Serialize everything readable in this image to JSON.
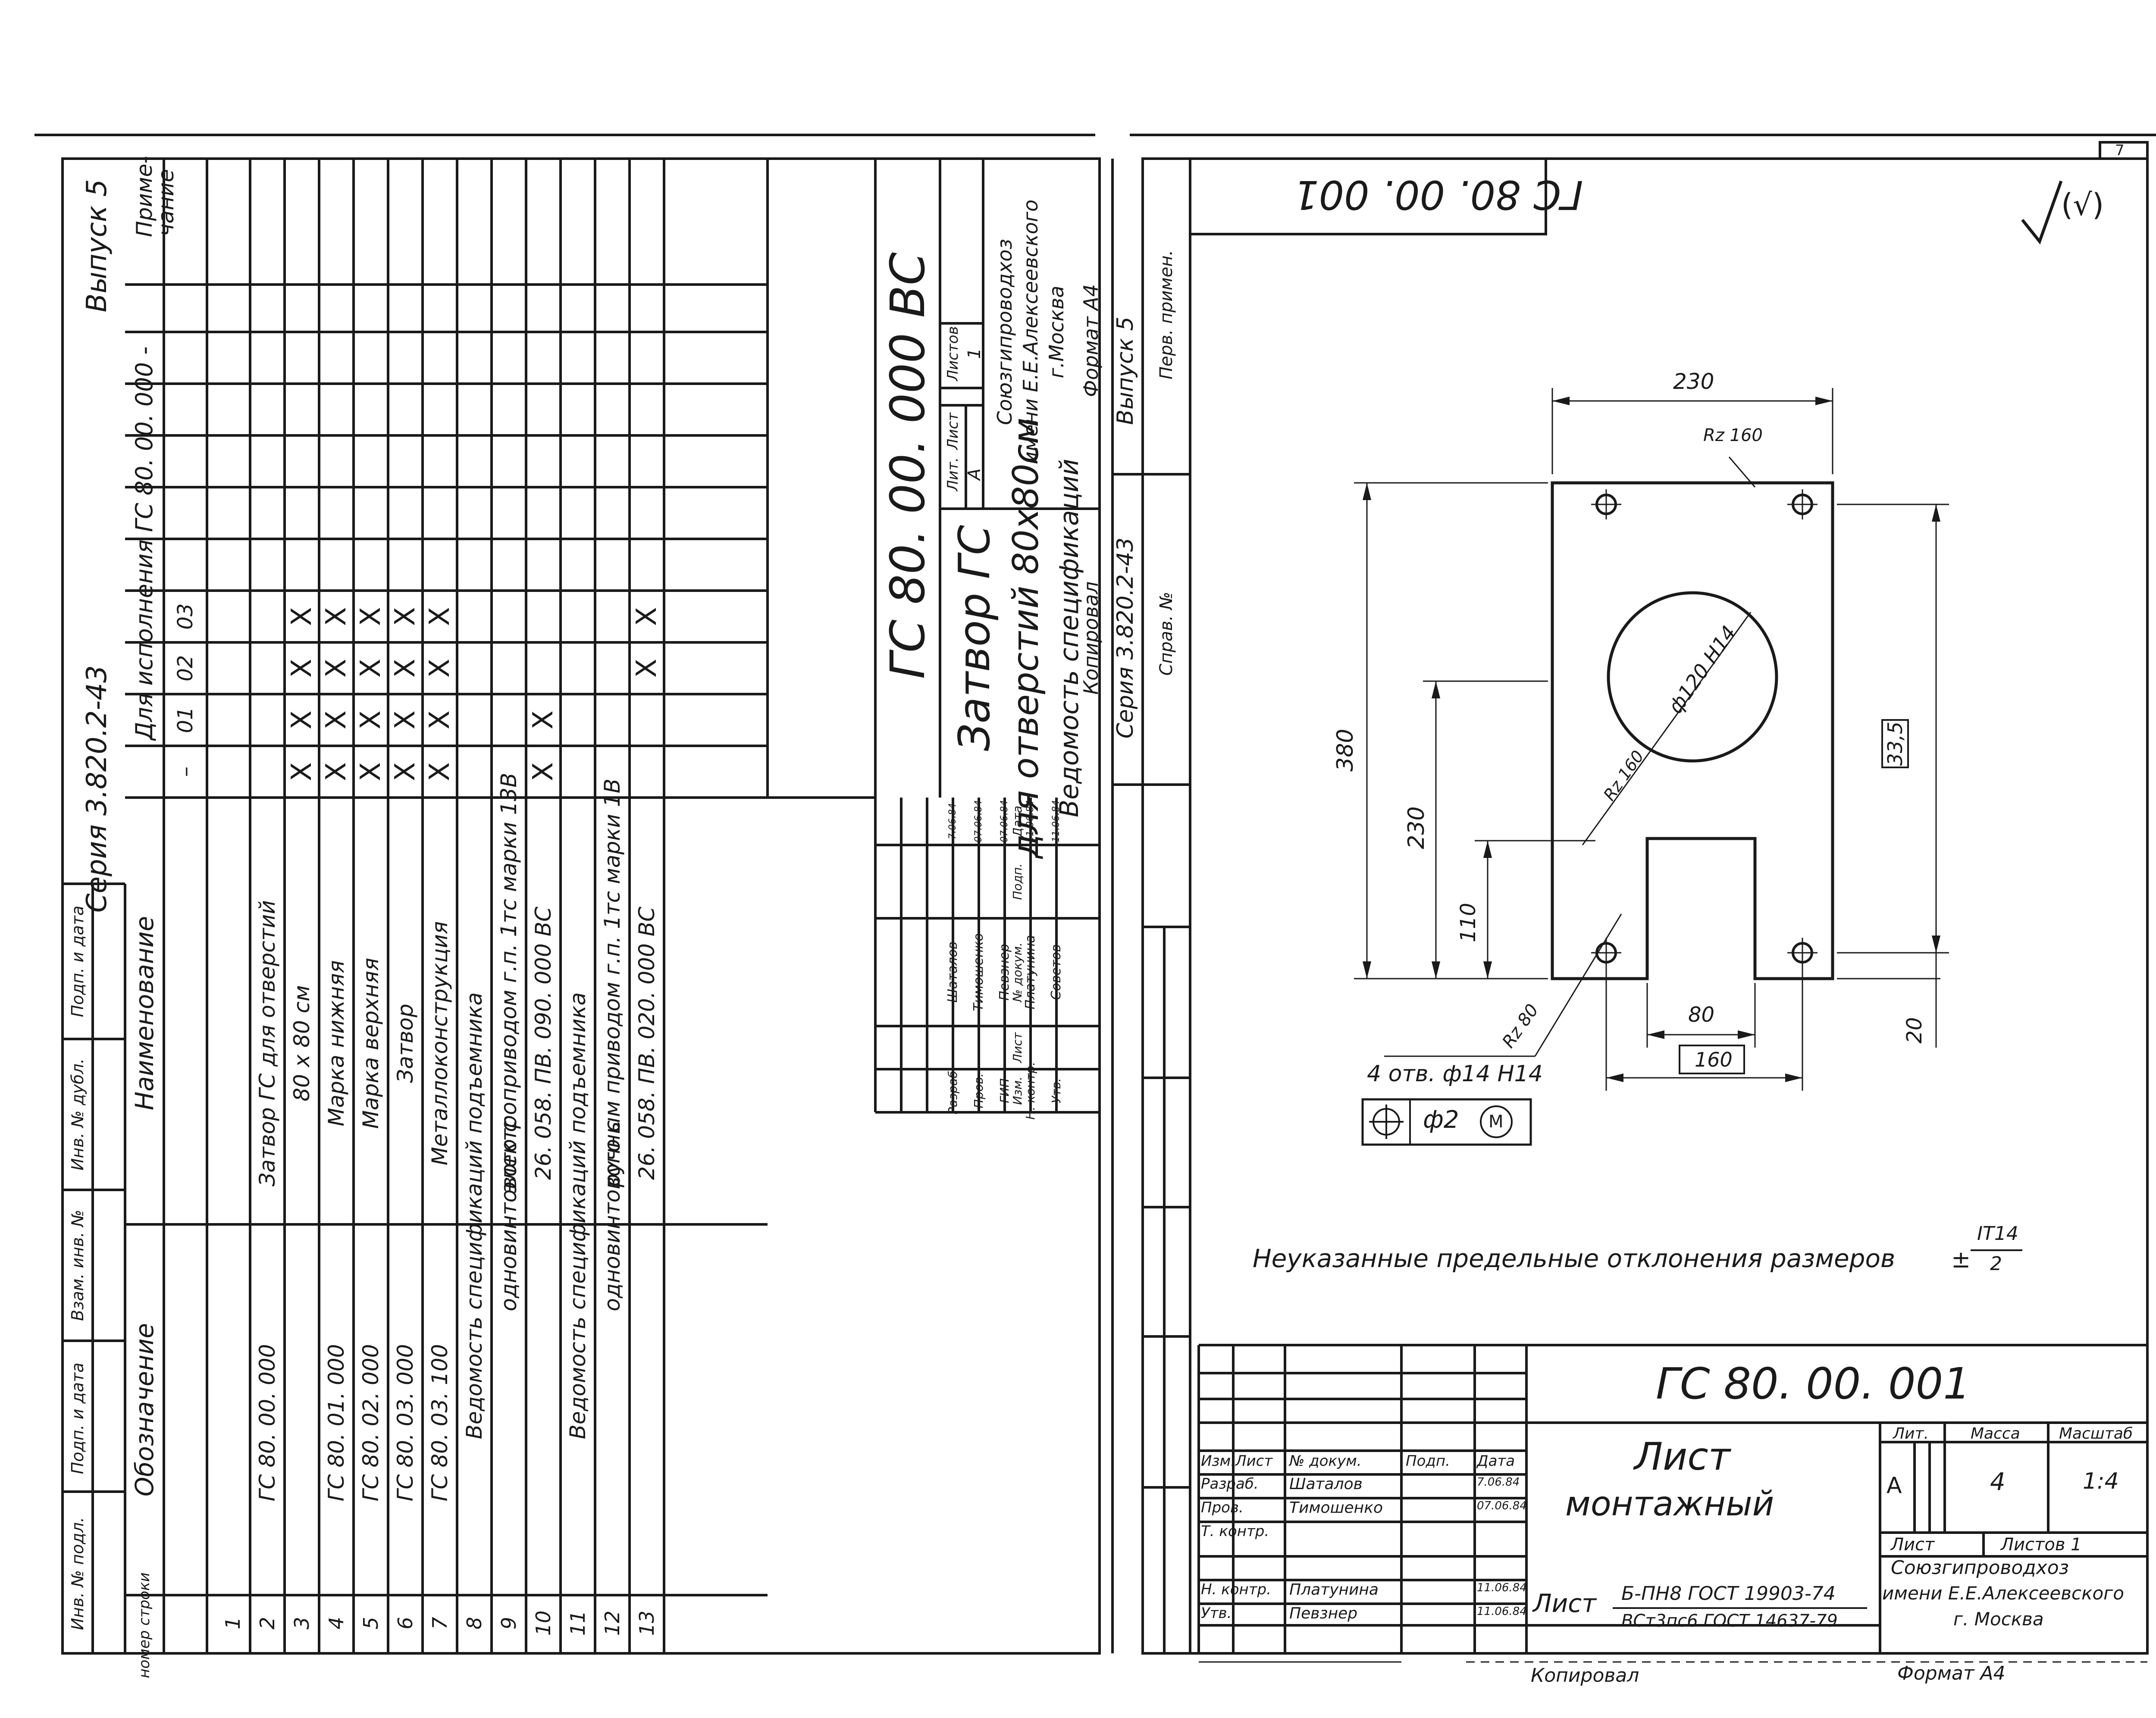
{
  "left_sheet": {
    "series": "Серия 3.820.2-43",
    "issue": "Выпуск 5",
    "col_no_header": "номер строки",
    "col_designation_header": "Обозначение",
    "col_name_header": "Наименование",
    "variant_header": "Для исполнения ГС 80. 00. 000 -",
    "variant_codes": [
      "–",
      "01",
      "02",
      "03"
    ],
    "note_header": "Приме- чание",
    "side_stamps": [
      "Инв. № подл.",
      "Подп. и дата",
      "Взам. инв. №",
      "Инв. № дубл.",
      "Подп. и дата"
    ],
    "rows": [
      {
        "n": "1",
        "designation": "",
        "name": "",
        "marks": [
          "",
          "",
          "",
          ""
        ]
      },
      {
        "n": "2",
        "designation": "ГС 80. 00. 000",
        "name": "Затвор ГС для отверстий",
        "marks": [
          "",
          "",
          "",
          ""
        ]
      },
      {
        "n": "3",
        "designation": "",
        "name": "80 х 80 см",
        "marks": [
          "X",
          "X",
          "X",
          "X"
        ]
      },
      {
        "n": "4",
        "designation": "ГС 80. 01. 000",
        "name": "Марка нижняя",
        "marks": [
          "X",
          "X",
          "X",
          "X"
        ]
      },
      {
        "n": "5",
        "designation": "ГС 80. 02. 000",
        "name": "Марка верхняя",
        "marks": [
          "X",
          "X",
          "X",
          "X"
        ]
      },
      {
        "n": "6",
        "designation": "ГС 80. 03. 000",
        "name": "Затвор",
        "marks": [
          "X",
          "X",
          "X",
          "X"
        ]
      },
      {
        "n": "7",
        "designation": "ГС 80. 03. 100",
        "name": "Металлоконструкция",
        "marks": [
          "X",
          "X",
          "X",
          "X"
        ]
      },
      {
        "n": "8",
        "designation": "Ведомость спецификаций подъемника",
        "name": "",
        "marks": [
          "",
          "",
          "",
          ""
        ]
      },
      {
        "n": "9",
        "designation": "одновинтового с",
        "name": "электроприводом г.п. 1тс марки 13В",
        "marks": [
          "",
          "",
          "",
          ""
        ]
      },
      {
        "n": "10",
        "designation": "",
        "name": "26. 058. ПВ. 090. 000 ВС",
        "marks": [
          "X",
          "X",
          "",
          ""
        ]
      },
      {
        "n": "11",
        "designation": "Ведомость спецификаций подъемника",
        "name": "",
        "marks": [
          "",
          "",
          "",
          ""
        ]
      },
      {
        "n": "12",
        "designation": "одновинтового с",
        "name": "ручным приводом г.п. 1тс марки 1В",
        "marks": [
          "",
          "",
          "",
          ""
        ]
      },
      {
        "n": "13",
        "designation": "",
        "name": "26. 058. ПВ. 020. 000 ВС",
        "marks": [
          "",
          "",
          "X",
          "X"
        ]
      }
    ],
    "title_block": {
      "code": "ГС 80. 00. 000 ВС",
      "title_1": "Затвор ГС",
      "title_2": "для отверстий 80х80см",
      "title_3": "Ведомость спецификаций",
      "headers": [
        "Изм.",
        "Лист",
        "№ докум.",
        "Подп.",
        "Дата"
      ],
      "people": [
        {
          "role": "Разраб.",
          "name": "Шаталов",
          "date": "7.06.84"
        },
        {
          "role": "Пров.",
          "name": "Тимошенко",
          "date": "07.06.84"
        },
        {
          "role": "ГИП",
          "name": "Певзнер",
          "date": "07.06.84"
        },
        {
          "role": "Н. контр.",
          "name": "Платунина",
          "date": "11.06.84"
        },
        {
          "role": "Утв.",
          "name": "Советов",
          "date": "11.06.84"
        }
      ],
      "lit_label": "Лит.",
      "sheet_label": "Лист",
      "sheets_label": "Листов",
      "lit_value": "А",
      "sheets_value": "1",
      "org_1": "Союзгипроводхоз",
      "org_2": "имени Е.Е.Алексеевского",
      "org_3": "г.Москва",
      "copied": "Копировал",
      "format": "Формат А4",
      "series": "Серия 3.820.2-43",
      "issue": "Выпуск 5",
      "ref_no": "Справ. №",
      "first_use": "Перв. примен."
    }
  },
  "right_sheet": {
    "page_number": "7",
    "code_rotated": "ГС 80. 00. 001",
    "surface_mark": "(√)",
    "dims": {
      "width_top": "230",
      "rz_top": "Rz 160",
      "height_total": "380",
      "height_mid": "230",
      "height_low": "110",
      "hole_dia": "ф120 Н14",
      "rz_hole": "Rz 160",
      "boxed_335": "33,5",
      "gap_80": "80",
      "boxed_160": "160",
      "bottom_20": "20",
      "rz_holes": "Rz 80",
      "holes_note": "4 отв. ф14 Н14",
      "tol_value": "ф2",
      "tol_m": "М"
    },
    "tolerance_note": "Неуказанные предельные отклонения размеров",
    "tolerance_formula_top": "IT14",
    "tolerance_formula_bottom": "2",
    "tolerance_sign": "±",
    "title_block": {
      "code": "ГС 80. 00. 001",
      "title_1": "Лист",
      "title_2": "монтажный",
      "headers": [
        "Изм.",
        "Лист",
        "№ докум.",
        "Подп.",
        "Дата"
      ],
      "people": [
        {
          "role": "Разраб.",
          "name": "Шаталов",
          "date": "7.06.84"
        },
        {
          "role": "Пров.",
          "name": "Тимошенко",
          "date": "07.06.84"
        },
        {
          "role": "Т. контр.",
          "name": "",
          "date": ""
        },
        {
          "role": "",
          "name": "",
          "date": ""
        },
        {
          "role": "Н. контр.",
          "name": "Платунина",
          "date": "11.06.84"
        },
        {
          "role": "Утв.",
          "name": "Певзнер",
          "date": "11.06.84"
        }
      ],
      "lit_label": "Лит.",
      "mass_label": "Масса",
      "scale_label": "Масштаб",
      "lit_value": "А",
      "mass_value": "4",
      "scale_value": "1:4",
      "sheet_label": "Лист",
      "sheets_label": "Листов 1",
      "material_prefix": "Лист",
      "material_1": "Б-ПН8 ГОСТ 19903-74",
      "material_2": "ВСт3пс6 ГОСТ 14637-79",
      "org_1": "Союзгипроводхоз",
      "org_2": "имени Е.Е.Алексеевского",
      "org_3": "г. Москва",
      "copied": "Копировал",
      "format": "Формат А4"
    }
  }
}
